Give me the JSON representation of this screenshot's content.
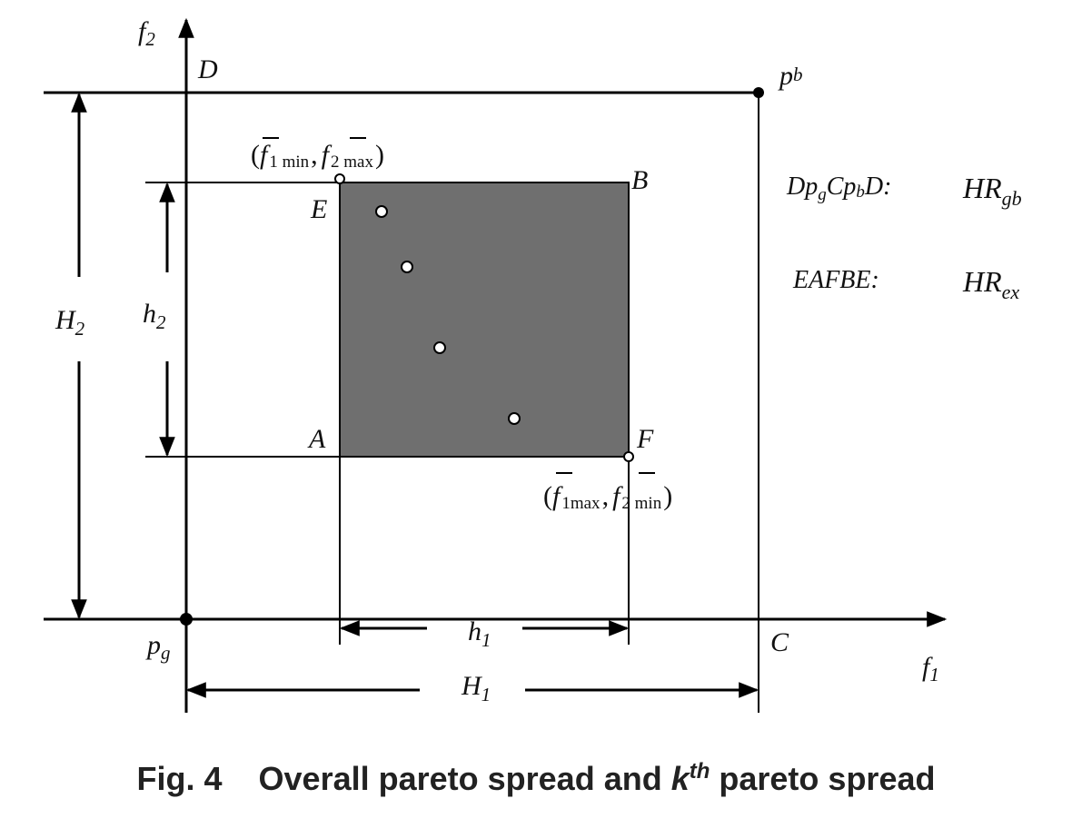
{
  "axes": {
    "x_label_main": "f",
    "x_label_sub": "1",
    "y_label_main": "f",
    "y_label_sub": "2"
  },
  "points": {
    "D": "D",
    "B": "B",
    "E": "E",
    "A": "A",
    "F": "F",
    "C": "C",
    "pb_main": "p",
    "pb_sub": "b",
    "pg_main": "p",
    "pg_sub": "g"
  },
  "dimensions": {
    "H2_main": "H",
    "H2_sub": "2",
    "h2_main": "h",
    "h2_sub": "2",
    "h1_main": "h",
    "h1_sub": "1",
    "H1_main": "H",
    "H1_sub": "1"
  },
  "coordinates": {
    "top_left": {
      "open": "(",
      "f1": "f",
      "f1_sub": "1 min",
      "sep": ",",
      "f2": "f",
      "f2_sub": "2 max",
      "close": ")"
    },
    "bottom_right": {
      "open": "(",
      "f1": "f",
      "f1_sub": "1max",
      "sep": ",",
      "f2": "f",
      "f2_sub": "2 min",
      "close": ")"
    }
  },
  "legend": {
    "outer_path": {
      "D": "D",
      "p1": "p",
      "p1_sub": "g",
      "C": "C",
      "p2": "p",
      "p2_sub": "b",
      "D2": "D",
      "colon": ":"
    },
    "outer_value": {
      "main": "HR",
      "sub": "gb"
    },
    "inner_path": "EAFBE:",
    "inner_value": {
      "main": "HR",
      "sub": "ex"
    }
  },
  "pareto_points_count": 4,
  "colors": {
    "inner_fill": "#6f6f6f",
    "line": "#000000"
  },
  "caption": {
    "prefix": "Fig. 4    Overall pareto spread and ",
    "k": "k",
    "sup": "th",
    "suffix": " pareto spread"
  }
}
